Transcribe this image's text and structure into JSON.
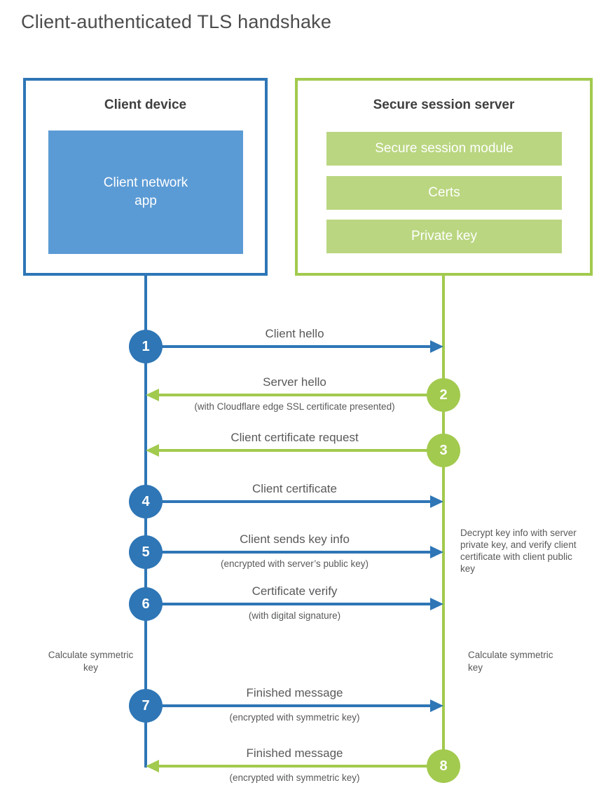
{
  "title": "Client-authenticated TLS handshake",
  "colors": {
    "client_accent": "#2e76b6",
    "client_fill": "#5b9bd5",
    "server_accent": "#a2ca4e",
    "server_fill": "#bad680",
    "text": "#58595b",
    "background": "#ffffff"
  },
  "client_box": {
    "title": "Client device",
    "app_label": "Client network app"
  },
  "server_box": {
    "title": "Secure session server",
    "modules": [
      "Secure session module",
      "Certs",
      "Private key"
    ]
  },
  "messages": [
    {
      "number": "1",
      "label": "Client hello",
      "sublabel": "",
      "direction": "right",
      "from": "client"
    },
    {
      "number": "2",
      "label": "Server hello",
      "sublabel": "(with Cloudflare edge SSL certificate presented)",
      "direction": "left",
      "from": "server"
    },
    {
      "number": "3",
      "label": "Client certificate request",
      "sublabel": "",
      "direction": "left",
      "from": "server"
    },
    {
      "number": "4",
      "label": "Client certificate",
      "sublabel": "",
      "direction": "right",
      "from": "client"
    },
    {
      "number": "5",
      "label": "Client sends key info",
      "sublabel": "(encrypted with server’s public key)",
      "direction": "right",
      "from": "client"
    },
    {
      "number": "6",
      "label": "Certificate verify",
      "sublabel": "(with digital signature)",
      "direction": "right",
      "from": "client"
    },
    {
      "number": "7",
      "label": "Finished message",
      "sublabel": "(encrypted with symmetric key)",
      "direction": "right",
      "from": "client"
    },
    {
      "number": "8",
      "label": "Finished message",
      "sublabel": "(encrypted with symmetric key)",
      "direction": "left",
      "from": "server"
    }
  ],
  "annotations": {
    "calc_left": "Calculate symmetric key",
    "calc_right": "Calculate symmetric key",
    "decrypt_note": "Decrypt key info with server private key, and verify client certificate with client public key"
  }
}
